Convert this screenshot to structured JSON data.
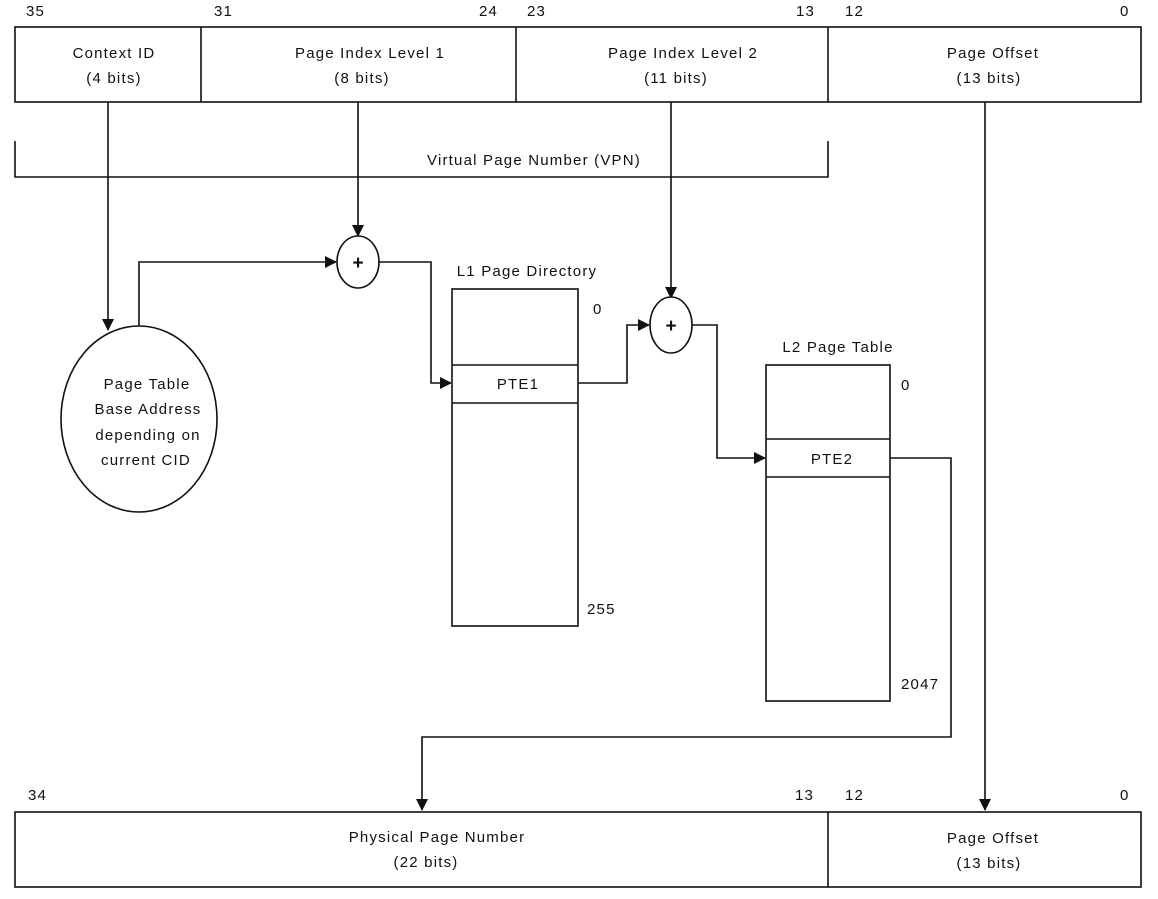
{
  "virtual_address": {
    "bit_labels": [
      "35",
      "31",
      "24",
      "23",
      "13",
      "12",
      "0"
    ],
    "fields": [
      {
        "name": "Context ID",
        "size": "(4 bits)"
      },
      {
        "name": "Page Index Level 1",
        "size": "(8 bits)"
      },
      {
        "name": "Page Index Level 2",
        "size": "(11 bits)"
      },
      {
        "name": "Page Offset",
        "size": "(13 bits)"
      }
    ],
    "vpn_label": "Virtual Page Number  (VPN)"
  },
  "base_address": {
    "lines": [
      "Page Table",
      "Base Address",
      "depending on",
      "current CID"
    ]
  },
  "adder_symbol": "+",
  "l1_directory": {
    "title": "L1 Page Directory",
    "entry": "PTE1",
    "first_index": "0",
    "last_index": "255"
  },
  "l2_table": {
    "title": "L2 Page Table",
    "entry": "PTE2",
    "first_index": "0",
    "last_index": "2047"
  },
  "physical_address": {
    "bit_labels": [
      "34",
      "13",
      "12",
      "0"
    ],
    "fields": [
      {
        "name": "Physical Page Number",
        "size": "(22 bits)"
      },
      {
        "name": "Page Offset",
        "size": "(13 bits)"
      }
    ]
  }
}
